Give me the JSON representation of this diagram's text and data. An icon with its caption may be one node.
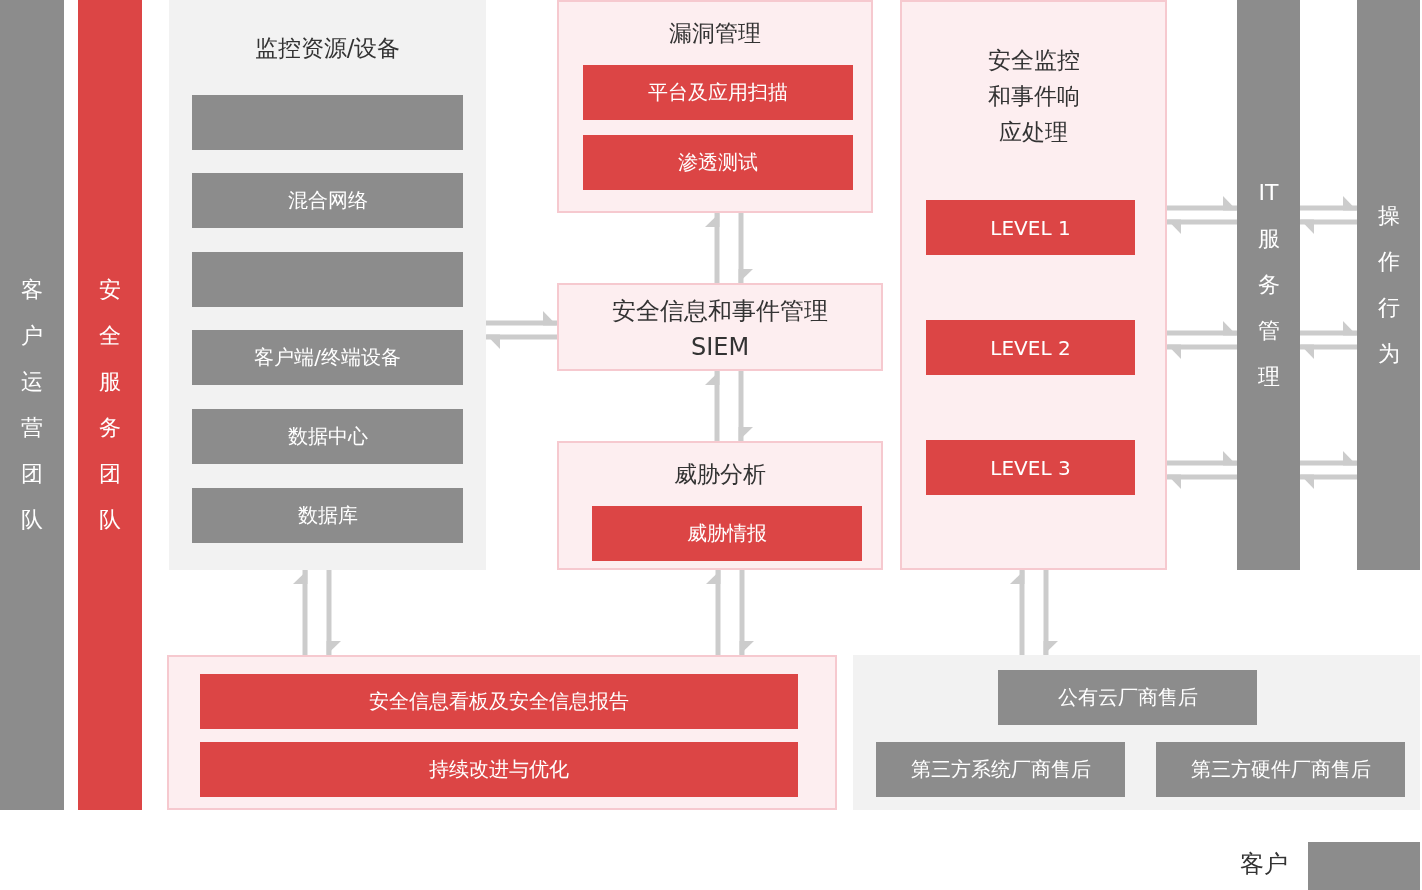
{
  "diagram": {
    "nodes": [
      {
        "text": [
          "客户运营团队"
        ]
      },
      {
        "text": [
          "安全服务团队"
        ]
      },
      {
        "text": [
          "监控资源/设备"
        ]
      },
      {
        "text": [],
        "shape": "box",
        "in": 2
      },
      {
        "text": [
          "混合网络"
        ],
        "in": 2
      },
      {
        "text": [],
        "shape": "box",
        "in": 2
      },
      {
        "text": [
          "客户端/终端设备"
        ],
        "in": 2
      },
      {
        "text": [
          "数据中心"
        ],
        "in": 2
      },
      {
        "text": [
          "数据库"
        ],
        "in": 2
      },
      {
        "text": [
          "漏洞管理"
        ]
      },
      {
        "text": [
          "平台及应用扫描"
        ],
        "in": 9
      },
      {
        "text": [
          "渗透测试"
        ],
        "in": 9
      },
      {
        "text": [
          "安全信息和事件管理 SIEM"
        ]
      },
      {
        "text": [
          "威胁分析"
        ]
      },
      {
        "text": [
          "威胁情报"
        ],
        "in": 13
      },
      {
        "text": [
          "安全监控和事件响应处理"
        ]
      },
      {
        "text": [
          "LEVEL 1"
        ],
        "in": 15
      },
      {
        "text": [
          "LEVEL 2"
        ],
        "in": 15
      },
      {
        "text": [
          "LEVEL 3"
        ],
        "in": 15
      },
      {
        "text": [
          "IT服务管理"
        ]
      },
      {
        "text": [
          "操作行为"
        ]
      },
      {
        "text": [],
        "shape": "box"
      },
      {
        "text": [
          "安全信息看板及安全信息报告"
        ],
        "in": 21
      },
      {
        "text": [
          "持续改进与优化"
        ],
        "in": 21
      },
      {
        "text": [],
        "shape": "box"
      },
      {
        "text": [
          "公有云厂商售后"
        ],
        "in": 24
      },
      {
        "text": [
          "第三方系统厂商售后"
        ],
        "in": 24
      },
      {
        "text": [
          "第三方硬件厂商售后"
        ],
        "in": 24
      }
    ],
    "edges": [
      {
        "from": 12,
        "to": 9,
        "arrow": "to"
      },
      {
        "from": 9,
        "to": 12,
        "arrow": "to"
      },
      {
        "from": 13,
        "to": 12,
        "arrow": "to"
      },
      {
        "from": 12,
        "to": 13,
        "arrow": "to"
      },
      {
        "from": 2,
        "to": 12,
        "arrow": "to"
      },
      {
        "from": 12,
        "to": 2,
        "arrow": "to"
      },
      {
        "from": 21,
        "to": 2,
        "arrow": "to"
      },
      {
        "from": 2,
        "to": 21,
        "arrow": "to"
      },
      {
        "from": 21,
        "to": 13,
        "arrow": "to"
      },
      {
        "from": 13,
        "to": 21,
        "arrow": "to"
      },
      {
        "from": 24,
        "to": 15,
        "arrow": "to"
      },
      {
        "from": 15,
        "to": 24,
        "arrow": "to"
      },
      {
        "from": 15,
        "to": 19,
        "arrow": "to"
      },
      {
        "from": 19,
        "to": 15,
        "arrow": "to"
      },
      {
        "from": 15,
        "to": 19,
        "arrow": "to"
      },
      {
        "from": 19,
        "to": 15,
        "arrow": "to"
      },
      {
        "from": 15,
        "to": 19,
        "arrow": "to"
      },
      {
        "from": 19,
        "to": 15,
        "arrow": "to"
      },
      {
        "from": 19,
        "to": 20,
        "arrow": "to"
      },
      {
        "from": 20,
        "to": 19,
        "arrow": "to"
      },
      {
        "from": 19,
        "to": 20,
        "arrow": "to"
      },
      {
        "from": 20,
        "to": 19,
        "arrow": "to"
      },
      {
        "from": 19,
        "to": 20,
        "arrow": "to"
      },
      {
        "from": 20,
        "to": 19,
        "arrow": "to"
      }
    ],
    "legend": [
      {
        "text": "客户",
        "color": "#8c8c8c"
      }
    ]
  }
}
